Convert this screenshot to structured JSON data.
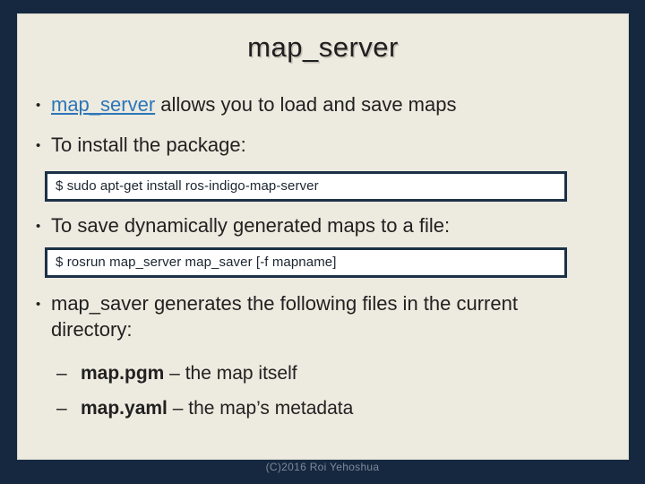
{
  "colors": {
    "background_navy": "#152840",
    "slide_background": "#EDEADF",
    "body_text": "#212121",
    "hyperlink_blue": "#2B76B9",
    "code_box_border": "#1C3147",
    "code_box_background": "#FFFFFF",
    "footer_text": "#7F8A9B"
  },
  "glyphs": {
    "bullet": "•",
    "dash": "–"
  },
  "slide": {
    "title": "map_server",
    "bullets": [
      {
        "link_text": "map_server",
        "rest": " allows you to load and save maps"
      },
      {
        "text": "To install the package:"
      },
      {
        "text": "To save dynamically generated maps to a file:"
      },
      {
        "text": "map_saver generates the following files in the current directory:"
      }
    ],
    "code_boxes": [
      {
        "command": "$ sudo apt-get install ros-indigo-map-server"
      },
      {
        "command": "$ rosrun map_server map_saver [-f mapname]"
      }
    ],
    "sub_bullets": [
      {
        "name": "map.pgm",
        "description": " – the map itself"
      },
      {
        "name": "map.yaml",
        "description": " – the map’s metadata"
      }
    ],
    "footer": "(C)2016 Roi Yehoshua"
  }
}
